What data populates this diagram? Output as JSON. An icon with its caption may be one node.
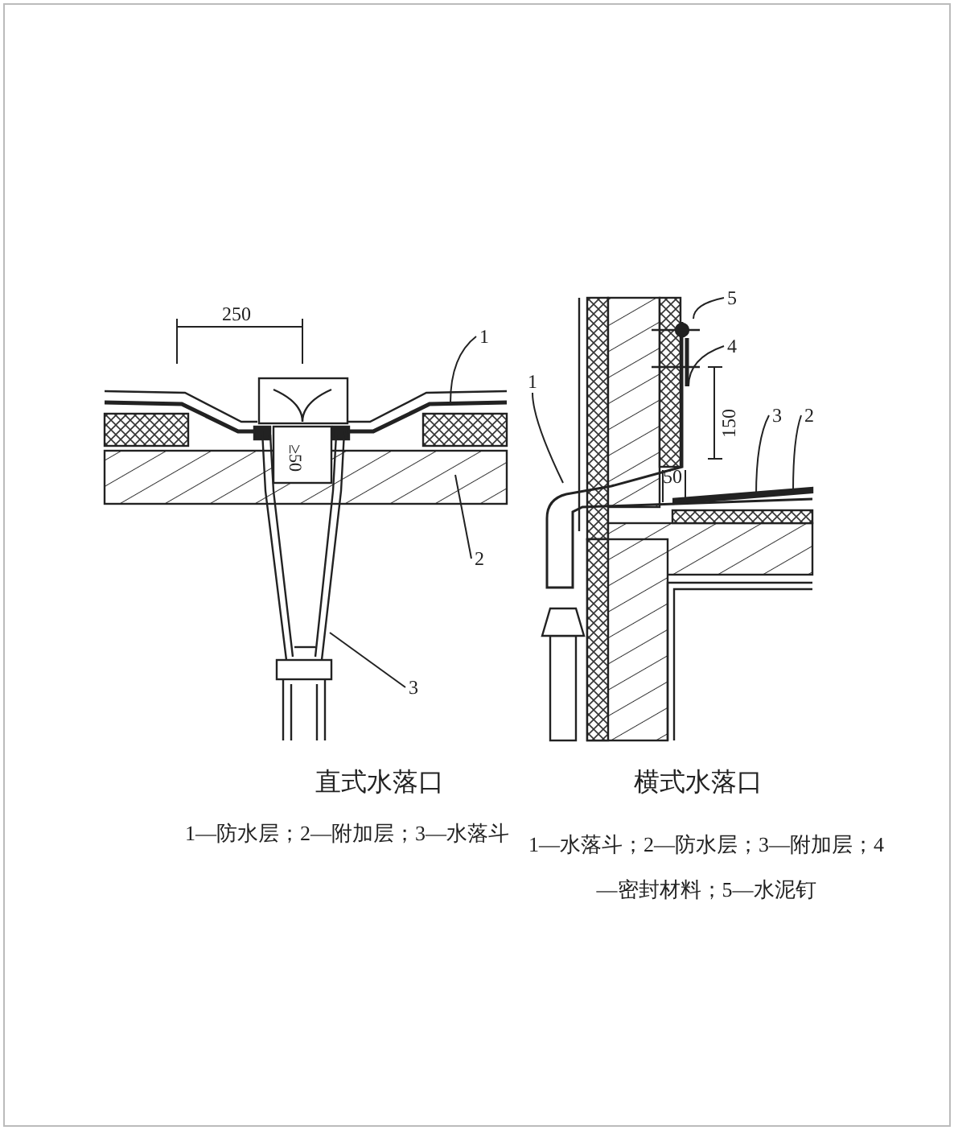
{
  "diagram": {
    "nodes": [
      {
        "text": [
          "1"
        ]
      },
      {
        "text": [
          "2"
        ]
      },
      {
        "text": [
          "3"
        ]
      },
      {
        "text": [
          "5"
        ]
      },
      {
        "text": [
          "4"
        ]
      },
      {
        "text": [
          "1"
        ]
      },
      {
        "text": [
          "3"
        ]
      },
      {
        "text": [
          "2"
        ]
      }
    ],
    "edges": [
      {
        "from": 0,
        "to": null,
        "arrow": "none"
      },
      {
        "from": 1,
        "to": null,
        "arrow": "none"
      },
      {
        "from": 2,
        "to": null,
        "arrow": "none"
      },
      {
        "from": 3,
        "to": null,
        "arrow": "none"
      },
      {
        "from": 4,
        "to": null,
        "arrow": "none"
      },
      {
        "from": 5,
        "to": null,
        "arrow": "none"
      },
      {
        "from": 6,
        "to": null,
        "arrow": "none"
      },
      {
        "from": 7,
        "to": null,
        "arrow": "none"
      }
    ],
    "labels": [
      "250",
      "≥50",
      "150",
      "50",
      "直式水落口",
      "横式水落口",
      "1—防水层；2—附加层；3—水落斗",
      "1—水落斗；2—防水层；3—附加层；4—密封材料；5—水泥钉"
    ]
  }
}
